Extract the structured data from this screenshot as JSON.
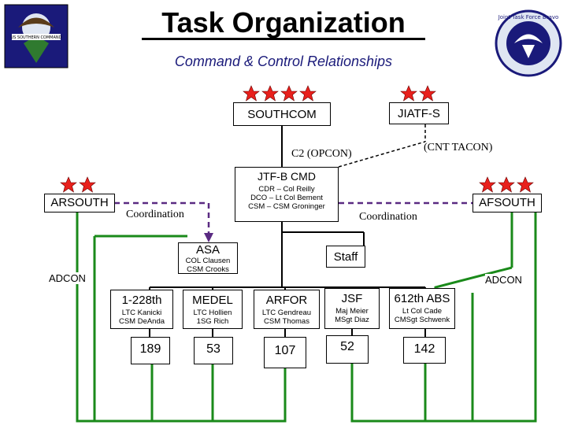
{
  "title": "Task  Organization",
  "subtitle": "Command & Control Relationships",
  "logos": {
    "left_text": "US SOUTHERN COMMAND",
    "right_text": "Joint Task Force Bravo"
  },
  "nodes": {
    "southcom": "SOUTHCOM",
    "jiatf": "JIATF-S",
    "jtfb_title": "JTF-B CMD",
    "jtfb_l1": "CDR – Col Reilly",
    "jtfb_l2": "DCO – Lt Col Bement",
    "jtfb_l3": "CSM – CSM Groninger",
    "arsouth": "ARSOUTH",
    "afsouth": "AFSOUTH",
    "asa_title": "ASA",
    "asa_l1": "COL Clausen",
    "asa_l2": "CSM Crooks",
    "staff": "Staff"
  },
  "labels": {
    "c2": "C2 (OPCON)",
    "cnt": "(CNT TACON)",
    "coord_left": "Coordination",
    "coord_right": "Coordination",
    "adcon_left": "ADCON",
    "adcon_right": "ADCON"
  },
  "units": [
    {
      "name": "1-228th",
      "l1": "LTC Kanicki",
      "l2": "CSM DeAnda",
      "num": "189"
    },
    {
      "name": "MEDEL",
      "l1": "LTC Hollien",
      "l2": "1SG Rich",
      "num": "53"
    },
    {
      "name": "ARFOR",
      "l1": "LTC Gendreau",
      "l2": "CSM Thomas",
      "num": "107"
    },
    {
      "name": "JSF",
      "l1": "Maj Meier",
      "l2": "MSgt Diaz",
      "num": "52"
    },
    {
      "name": "612th ABS",
      "l1": "Lt Col Cade",
      "l2": "CMSgt Schwenk",
      "num": "142"
    }
  ],
  "colors": {
    "star": "#e8201c",
    "purple": "#5a2a82",
    "green": "#1a8a1a",
    "navy": "#1a1a7a"
  }
}
